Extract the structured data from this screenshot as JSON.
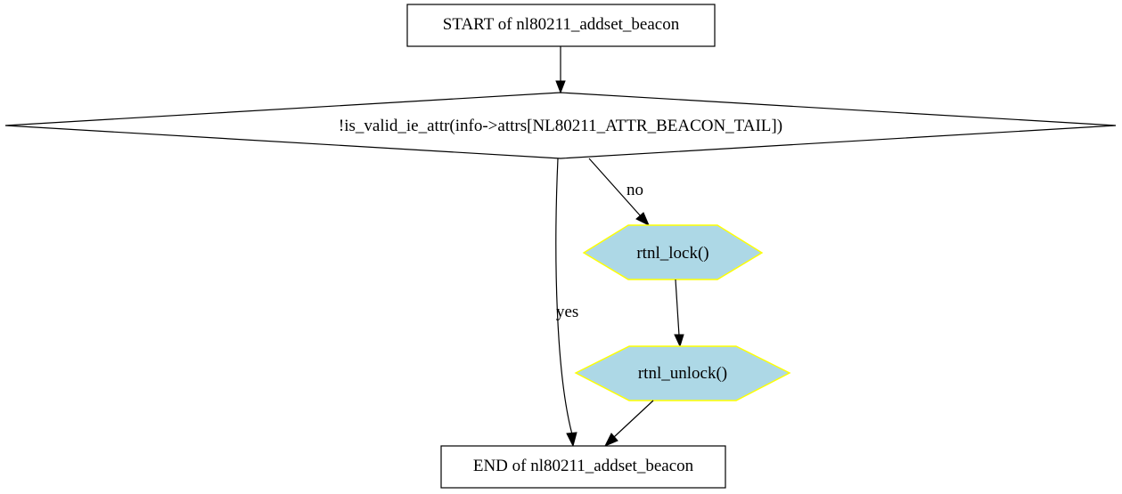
{
  "nodes": {
    "start": {
      "label": "START of nl80211_addset_beacon"
    },
    "condition": {
      "label": "!is_valid_ie_attr(info->attrs[NL80211_ATTR_BEACON_TAIL])"
    },
    "lock": {
      "label": "rtnl_lock()"
    },
    "unlock": {
      "label": "rtnl_unlock()"
    },
    "end": {
      "label": "END of nl80211_addset_beacon"
    }
  },
  "edges": {
    "yes_label": "yes",
    "no_label": "no"
  },
  "colors": {
    "call_fill": "#add8e6",
    "call_stroke": "#ffff00",
    "line": "#000000"
  }
}
